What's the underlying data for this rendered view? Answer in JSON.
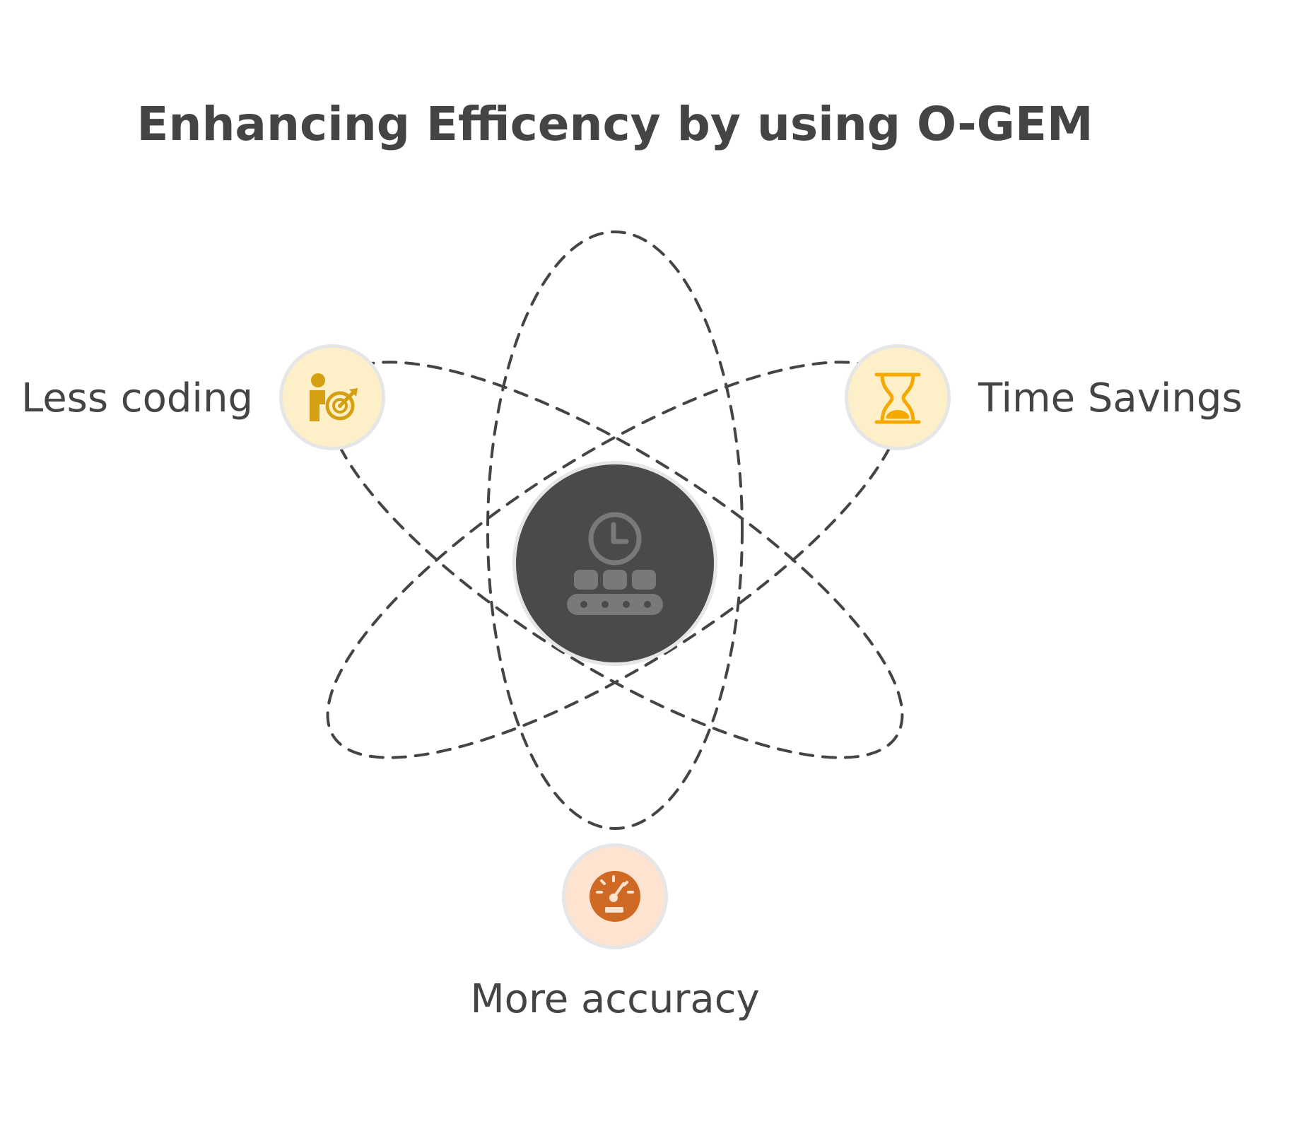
{
  "title": "Enhancing Efficency by using O-GEM",
  "center": {
    "icon": "conveyor-clock-icon",
    "fill_color": "#4b4a49",
    "border_color": "#e6e6e6"
  },
  "nodes": [
    {
      "label": "Less coding",
      "icon": "person-target-icon",
      "fill_color": "#fdf0c8",
      "icon_color": "#d4a012"
    },
    {
      "label": "Time Savings",
      "icon": "hourglass-icon",
      "fill_color": "#fdf0c8",
      "icon_color": "#f5a800"
    },
    {
      "label": "More accuracy",
      "icon": "speedometer-icon",
      "fill_color": "#fde3d0",
      "icon_color": "#cf6a24"
    }
  ]
}
